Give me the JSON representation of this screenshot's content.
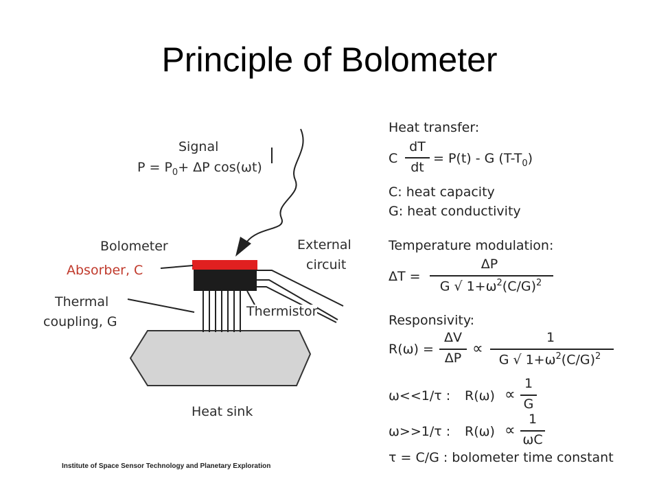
{
  "title": "Principle of Bolometer",
  "diagram": {
    "signal_label": "Signal",
    "signal_formula_html": "P = P<sub>0</sub>+ ΔP cos(ωt)",
    "bolometer_label": "Bolometer",
    "absorber_label": "Absorber, C",
    "thermal_line1": "Thermal",
    "thermal_line2": "coupling, G",
    "external_line1": "External",
    "external_line2": "circuit",
    "thermistor_label": "Thermistor",
    "heatsink_label": "Heat sink",
    "colors": {
      "absorber": "#e02020",
      "accent_text": "#c0392b",
      "heatsink_fill": "#d4d4d4"
    }
  },
  "equations": {
    "heat_transfer_heading": "Heat transfer:",
    "ht_c": "C",
    "ht_num": "dT",
    "ht_den": "dt",
    "ht_rhs_html": "= P(t) - G (T-T<sub>0</sub>)",
    "def_c": "C: heat capacity",
    "def_g": "G: heat conductivity",
    "temp_mod_heading": "Temperature modulation:",
    "tm_lhs": "ΔT =",
    "tm_num": "ΔP",
    "tm_den_html": "G √ 1+ω<sup>2</sup>(C/G)<sup>2</sup>",
    "resp_heading": "Responsivity:",
    "r_lhs": "R(ω) =",
    "r_num1": "ΔV",
    "r_den1": "ΔP",
    "r_prop": "∝",
    "r_num2": "1",
    "r_den2_html": "G √ 1+ω<sup>2</sup>(C/G)<sup>2</sup>",
    "low_cond": "ω<<1/τ :",
    "low_r": "R(ω)",
    "low_prop": "∝",
    "low_num": "1",
    "low_den": "G",
    "high_cond": "ω>>1/τ :",
    "high_r": "R(ω)",
    "high_prop": "∝",
    "high_num": "1",
    "high_den": "ωC",
    "tau_def": "τ = C/G : bolometer time constant"
  },
  "footer": "Institute of Space Sensor Technology and Planetary Exploration"
}
